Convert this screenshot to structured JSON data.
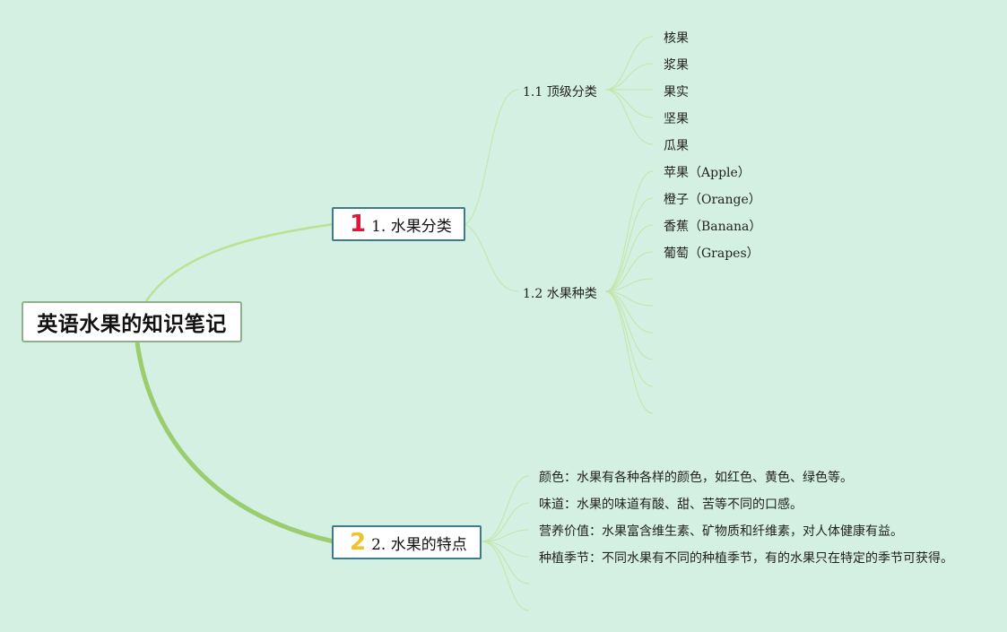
{
  "root": {
    "title": "英语水果的知识笔记"
  },
  "branches": [
    {
      "badge": "1",
      "badge_color": "#e0173c",
      "label": "1. 水果分类",
      "children": [
        {
          "label": "1.1 顶级分类",
          "leaves": [
            "核果",
            "浆果",
            "果实",
            "坚果",
            "瓜果"
          ]
        },
        {
          "label": "1.2 水果种类",
          "leaves": [
            "苹果（Apple）",
            "橙子（Orange）",
            "香蕉（Banana）",
            "葡萄（Grapes）"
          ]
        }
      ]
    },
    {
      "badge": "2",
      "badge_color": "#f2c12e",
      "label": "2. 水果的特点",
      "leaves": [
        "颜色：水果有各种各样的颜色，如红色、黄色、绿色等。",
        "味道：水果的味道有酸、甜、苦等不同的口感。",
        "营养价值：水果富含维生素、矿物质和纤维素，对人体健康有益。",
        "种植季节：不同水果有不同的种植季节，有的水果只在特定的季节可获得。"
      ]
    }
  ],
  "colors": {
    "background": "#d3f0e2",
    "branch_line": "#a6d47e",
    "leaf_line": "#bde29a"
  }
}
